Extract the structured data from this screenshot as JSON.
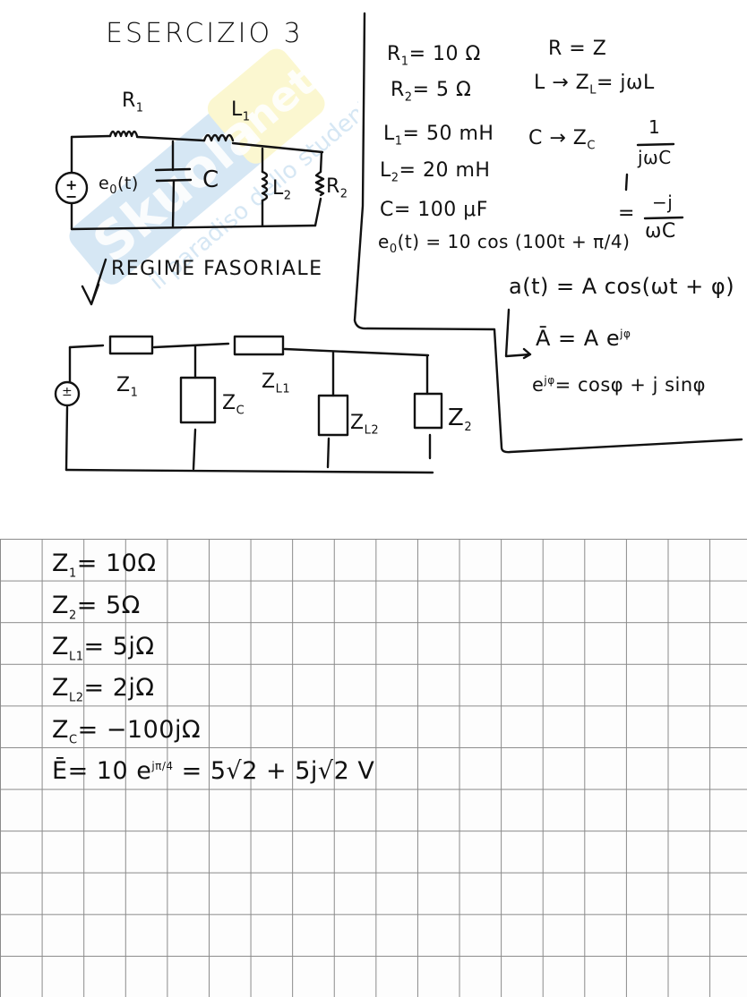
{
  "header": {
    "title": "ESERCIZIO 3"
  },
  "circuit_time_domain": {
    "labels": {
      "r1": "R",
      "r1_sub": "1",
      "l1": "L",
      "l1_sub": "1",
      "source": "e",
      "source_sub": "0",
      "source_arg": "(t)",
      "cap": "C",
      "l2": "L",
      "l2_sub": "2",
      "r2": "R",
      "r2_sub": "2",
      "plus": "+",
      "minus": "−"
    }
  },
  "arrow_label": "REGIME FASORIALE",
  "circuit_phasor": {
    "labels": {
      "z1": "Z",
      "z1_sub": "1",
      "zc": "Z",
      "zc_sub": "C",
      "zl1": "Z",
      "zl1_sub": "L1",
      "zl2": "Z",
      "zl2_sub": "L2",
      "z2": "Z",
      "z2_sub": "2",
      "source_symbol": "±"
    }
  },
  "given_values": [
    {
      "lhs": "R",
      "sub": "1",
      "rhs": "= 10 Ω"
    },
    {
      "lhs": "R",
      "sub": "2",
      "rhs": "= 5 Ω"
    },
    {
      "lhs": "L",
      "sub": "1",
      "rhs": "= 50 mH"
    },
    {
      "lhs": "L",
      "sub": "2",
      "rhs": "= 20 mH"
    },
    {
      "lhs": "C",
      "sub": "",
      "rhs": "= 100 μF"
    },
    {
      "lhs": "e",
      "sub": "0",
      "rhs": "(t) = 10 cos (100t + π/4)"
    }
  ],
  "impedance_rules": {
    "r_rule": "R = Z",
    "l_rule_lhs": "L → Z",
    "l_rule_sub": "L",
    "l_rule_rhs": "= jωL",
    "c_rule_lhs": "C → Z",
    "c_rule_sub": "C",
    "c_rule_num": "1",
    "c_rule_den": "jωC",
    "c_rule2_num": "−j",
    "c_rule2_den": "ωC",
    "c_rule2_eq": "="
  },
  "phasor_rules": {
    "signal": "a(t) = A cos(ωt + φ)",
    "phasor_arrow": "↳",
    "phasor": "Ā = A e",
    "phasor_sup": "jφ",
    "euler": "e",
    "euler_sup": "jφ",
    "euler_rhs": "= cosφ + j sinφ"
  },
  "results": [
    {
      "lhs": "Z",
      "sub": "1",
      "rhs": "= 10Ω"
    },
    {
      "lhs": "Z",
      "sub": "2",
      "rhs": "= 5Ω"
    },
    {
      "lhs": "Z",
      "sub": "L1",
      "rhs": "= 5jΩ"
    },
    {
      "lhs": "Z",
      "sub": "L2",
      "rhs": "= 2jΩ"
    },
    {
      "lhs": "Z",
      "sub": "C",
      "rhs": "= −100jΩ"
    },
    {
      "lhs": "Ē",
      "sub": "",
      "rhs": "=  10 e",
      "sup": "jπ/4",
      "rhs2": " = 5√2 + 5j√2  V"
    }
  ],
  "watermark": {
    "text1": "Skuola",
    "text2": ".net",
    "text3": "il paradiso dello studente",
    "color_blue": "#cfe3f3",
    "color_yellow": "#fbf6c8"
  }
}
